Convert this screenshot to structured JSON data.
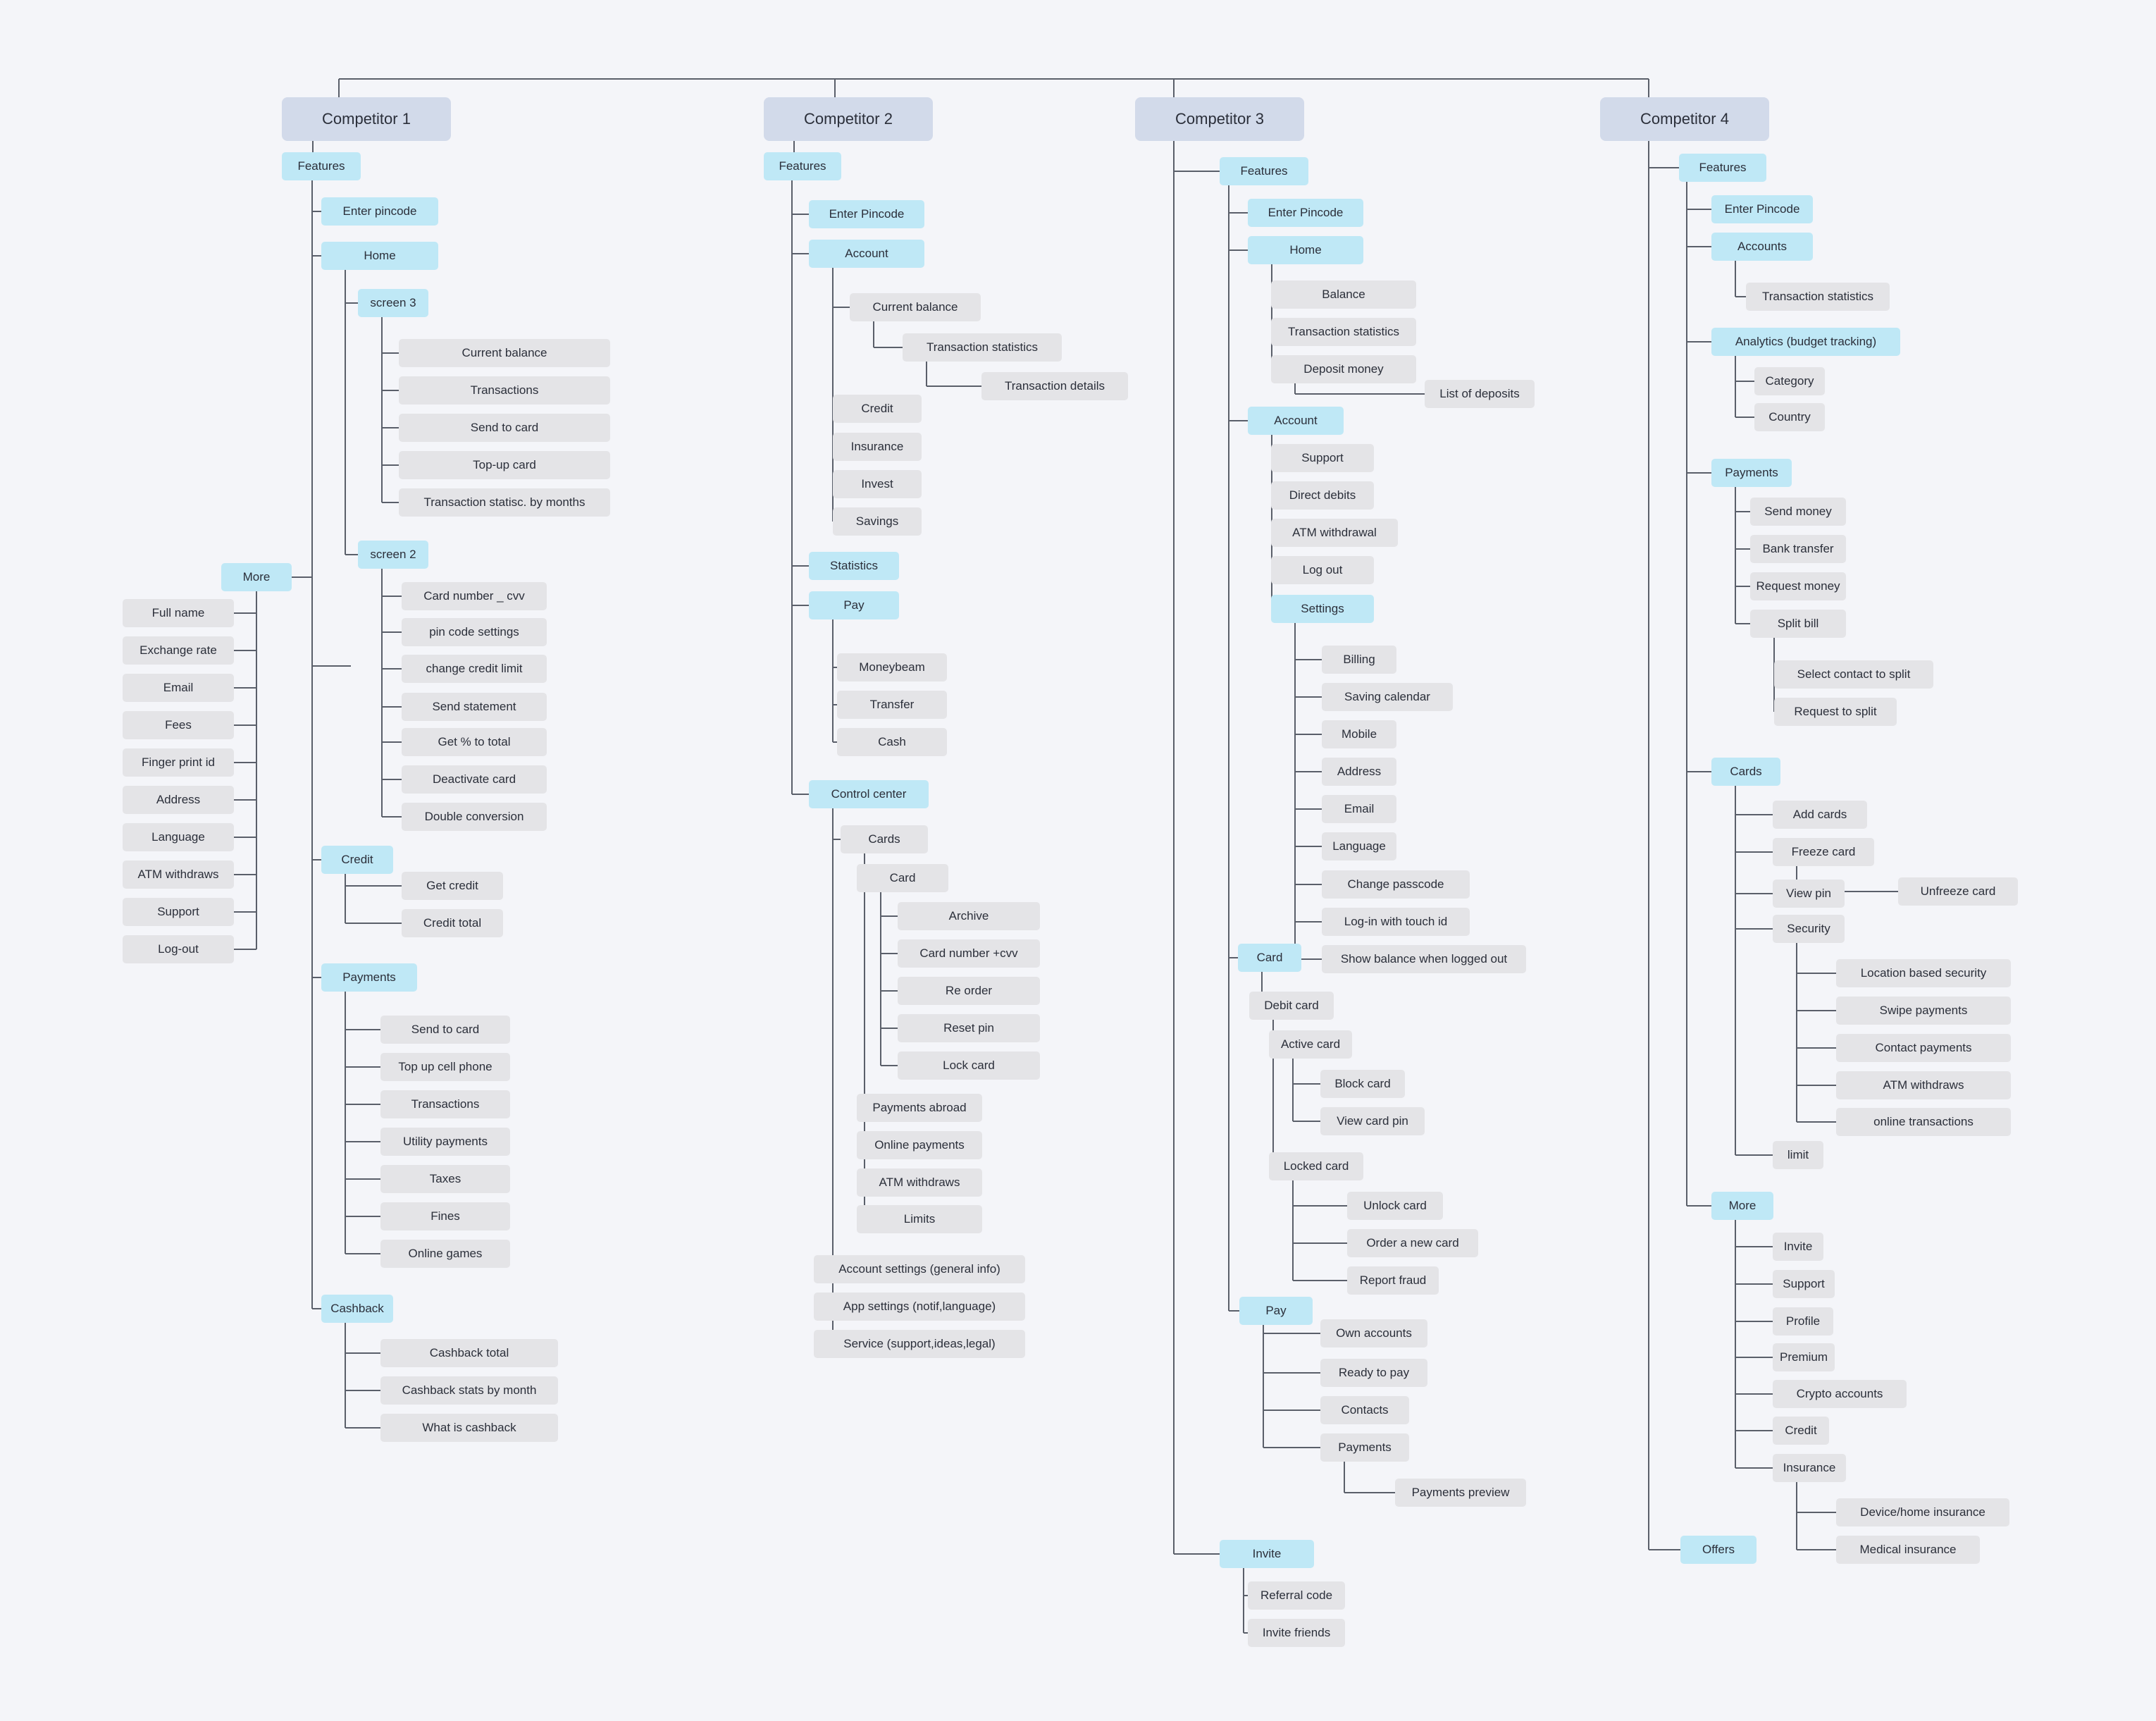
{
  "colors": {
    "background": "#f4f5f9",
    "root": "#d2daea",
    "section": "#bfe8f6",
    "leaf": "#e4e4e7",
    "line": "#5a5f6a",
    "text": "#2b2f3a"
  },
  "nodes": [
    {
      "id": "c1",
      "label": "Competitor 1",
      "kind": "root"
    },
    {
      "id": "c1f",
      "label": "Features",
      "kind": "section"
    },
    {
      "id": "c1ep",
      "label": "Enter pincode",
      "kind": "section"
    },
    {
      "id": "c1h",
      "label": "Home",
      "kind": "section"
    },
    {
      "id": "c1s3",
      "label": "screen 3",
      "kind": "section"
    },
    {
      "id": "c1s3a",
      "label": "Current balance",
      "kind": "leaf"
    },
    {
      "id": "c1s3b",
      "label": "Transactions",
      "kind": "leaf"
    },
    {
      "id": "c1s3c",
      "label": "Send to card",
      "kind": "leaf"
    },
    {
      "id": "c1s3d",
      "label": "Top-up card",
      "kind": "leaf"
    },
    {
      "id": "c1s3e",
      "label": "Transaction statisc. by months",
      "kind": "leaf"
    },
    {
      "id": "c1s2",
      "label": "screen 2",
      "kind": "section"
    },
    {
      "id": "c1s2a",
      "label": "Card number _ cvv",
      "kind": "leaf"
    },
    {
      "id": "c1s2b",
      "label": "pin code settings",
      "kind": "leaf"
    },
    {
      "id": "c1s2c",
      "label": "change credit limit",
      "kind": "leaf"
    },
    {
      "id": "c1s2d",
      "label": "Send statement",
      "kind": "leaf"
    },
    {
      "id": "c1s2e",
      "label": "Get % to total",
      "kind": "leaf"
    },
    {
      "id": "c1s2f",
      "label": "Deactivate card",
      "kind": "leaf"
    },
    {
      "id": "c1s2g",
      "label": "Double conversion",
      "kind": "leaf"
    },
    {
      "id": "c1m",
      "label": "More",
      "kind": "section"
    },
    {
      "id": "c1m1",
      "label": "Full name",
      "kind": "leaf"
    },
    {
      "id": "c1m2",
      "label": "Exchange rate",
      "kind": "leaf"
    },
    {
      "id": "c1m3",
      "label": "Email",
      "kind": "leaf"
    },
    {
      "id": "c1m4",
      "label": "Fees",
      "kind": "leaf"
    },
    {
      "id": "c1m5",
      "label": "Finger print id",
      "kind": "leaf"
    },
    {
      "id": "c1m6",
      "label": "Address",
      "kind": "leaf"
    },
    {
      "id": "c1m7",
      "label": "Language",
      "kind": "leaf"
    },
    {
      "id": "c1m8",
      "label": "ATM withdraws",
      "kind": "leaf"
    },
    {
      "id": "c1m9",
      "label": "Support",
      "kind": "leaf"
    },
    {
      "id": "c1m10",
      "label": "Log-out",
      "kind": "leaf"
    },
    {
      "id": "c1cr",
      "label": "Credit",
      "kind": "section"
    },
    {
      "id": "c1cr1",
      "label": "Get credit",
      "kind": "leaf"
    },
    {
      "id": "c1cr2",
      "label": "Credit total",
      "kind": "leaf"
    },
    {
      "id": "c1p",
      "label": "Payments",
      "kind": "section"
    },
    {
      "id": "c1p1",
      "label": "Send to card",
      "kind": "leaf"
    },
    {
      "id": "c1p2",
      "label": "Top up cell phone",
      "kind": "leaf"
    },
    {
      "id": "c1p3",
      "label": "Transactions",
      "kind": "leaf"
    },
    {
      "id": "c1p4",
      "label": "Utility payments",
      "kind": "leaf"
    },
    {
      "id": "c1p5",
      "label": "Taxes",
      "kind": "leaf"
    },
    {
      "id": "c1p6",
      "label": "Fines",
      "kind": "leaf"
    },
    {
      "id": "c1p7",
      "label": "Online games",
      "kind": "leaf"
    },
    {
      "id": "c1cb",
      "label": "Cashback",
      "kind": "section"
    },
    {
      "id": "c1cb1",
      "label": "Cashback total",
      "kind": "leaf"
    },
    {
      "id": "c1cb2",
      "label": "Cashback stats by month",
      "kind": "leaf"
    },
    {
      "id": "c1cb3",
      "label": "What is cashback",
      "kind": "leaf"
    },
    {
      "id": "c2",
      "label": "Competitor 2",
      "kind": "root"
    },
    {
      "id": "c2f",
      "label": "Features",
      "kind": "section"
    },
    {
      "id": "c2ep",
      "label": "Enter Pincode",
      "kind": "section"
    },
    {
      "id": "c2a",
      "label": "Account",
      "kind": "section"
    },
    {
      "id": "c2a1",
      "label": "Current balance",
      "kind": "leaf"
    },
    {
      "id": "c2a2",
      "label": "Transaction statistics",
      "kind": "leaf"
    },
    {
      "id": "c2a3",
      "label": "Transaction details",
      "kind": "leaf"
    },
    {
      "id": "c2a4",
      "label": "Credit",
      "kind": "leaf"
    },
    {
      "id": "c2a5",
      "label": "Insurance",
      "kind": "leaf"
    },
    {
      "id": "c2a6",
      "label": "Invest",
      "kind": "leaf"
    },
    {
      "id": "c2a7",
      "label": "Savings",
      "kind": "leaf"
    },
    {
      "id": "c2st",
      "label": "Statistics",
      "kind": "section"
    },
    {
      "id": "c2pay",
      "label": "Pay",
      "kind": "section"
    },
    {
      "id": "c2pay1",
      "label": "Moneybeam",
      "kind": "leaf"
    },
    {
      "id": "c2pay2",
      "label": "Transfer",
      "kind": "leaf"
    },
    {
      "id": "c2pay3",
      "label": "Cash",
      "kind": "leaf"
    },
    {
      "id": "c2cc",
      "label": "Control center",
      "kind": "section"
    },
    {
      "id": "c2cards",
      "label": "Cards",
      "kind": "leaf"
    },
    {
      "id": "c2card",
      "label": "Card",
      "kind": "leaf"
    },
    {
      "id": "c2card1",
      "label": "Archive",
      "kind": "leaf"
    },
    {
      "id": "c2card2",
      "label": "Card number +cvv",
      "kind": "leaf"
    },
    {
      "id": "c2card3",
      "label": "Re order",
      "kind": "leaf"
    },
    {
      "id": "c2card4",
      "label": "Reset pin",
      "kind": "leaf"
    },
    {
      "id": "c2card5",
      "label": "Lock card",
      "kind": "leaf"
    },
    {
      "id": "c2cards1",
      "label": "Payments abroad",
      "kind": "leaf"
    },
    {
      "id": "c2cards2",
      "label": "Online payments",
      "kind": "leaf"
    },
    {
      "id": "c2cards3",
      "label": "ATM withdraws",
      "kind": "leaf"
    },
    {
      "id": "c2cards4",
      "label": "Limits",
      "kind": "leaf"
    },
    {
      "id": "c2cc1",
      "label": "Account settings (general info)",
      "kind": "leaf"
    },
    {
      "id": "c2cc2",
      "label": "App settings (notif,language)",
      "kind": "leaf"
    },
    {
      "id": "c2cc3",
      "label": "Service (support,ideas,legal)",
      "kind": "leaf"
    },
    {
      "id": "c3",
      "label": "Competitor 3",
      "kind": "root"
    },
    {
      "id": "c3f",
      "label": "Features",
      "kind": "section"
    },
    {
      "id": "c3ep",
      "label": "Enter Pincode",
      "kind": "section"
    },
    {
      "id": "c3h",
      "label": "Home",
      "kind": "section"
    },
    {
      "id": "c3h1",
      "label": "Balance",
      "kind": "leaf"
    },
    {
      "id": "c3h2",
      "label": "Transaction statistics",
      "kind": "leaf"
    },
    {
      "id": "c3h3",
      "label": "Deposit money",
      "kind": "leaf"
    },
    {
      "id": "c3h4",
      "label": "List of deposits",
      "kind": "leaf"
    },
    {
      "id": "c3a",
      "label": "Account",
      "kind": "section"
    },
    {
      "id": "c3a1",
      "label": "Support",
      "kind": "leaf"
    },
    {
      "id": "c3a2",
      "label": "Direct debits",
      "kind": "leaf"
    },
    {
      "id": "c3a3",
      "label": "ATM withdrawal",
      "kind": "leaf"
    },
    {
      "id": "c3a4",
      "label": "Log out",
      "kind": "leaf"
    },
    {
      "id": "c3set",
      "label": "Settings",
      "kind": "section"
    },
    {
      "id": "c3set1",
      "label": "Billing",
      "kind": "leaf"
    },
    {
      "id": "c3set2",
      "label": "Saving calendar",
      "kind": "leaf"
    },
    {
      "id": "c3set3",
      "label": "Mobile",
      "kind": "leaf"
    },
    {
      "id": "c3set4",
      "label": "Address",
      "kind": "leaf"
    },
    {
      "id": "c3set5",
      "label": "Email",
      "kind": "leaf"
    },
    {
      "id": "c3set6",
      "label": "Language",
      "kind": "leaf"
    },
    {
      "id": "c3set7",
      "label": "Change passcode",
      "kind": "leaf"
    },
    {
      "id": "c3set8",
      "label": "Log-in with touch id",
      "kind": "leaf"
    },
    {
      "id": "c3set9",
      "label": "Show balance when logged out",
      "kind": "leaf"
    },
    {
      "id": "c3card",
      "label": "Card",
      "kind": "section"
    },
    {
      "id": "c3dc",
      "label": "Debit card",
      "kind": "leaf"
    },
    {
      "id": "c3ac",
      "label": "Active card",
      "kind": "leaf"
    },
    {
      "id": "c3ac1",
      "label": "Block card",
      "kind": "leaf"
    },
    {
      "id": "c3ac2",
      "label": "View card pin",
      "kind": "leaf"
    },
    {
      "id": "c3lc",
      "label": "Locked card",
      "kind": "leaf"
    },
    {
      "id": "c3lc1",
      "label": "Unlock card",
      "kind": "leaf"
    },
    {
      "id": "c3lc2",
      "label": "Order a new card",
      "kind": "leaf"
    },
    {
      "id": "c3lc3",
      "label": "Report fraud",
      "kind": "leaf"
    },
    {
      "id": "c3pay",
      "label": "Pay",
      "kind": "section"
    },
    {
      "id": "c3pay1",
      "label": "Own accounts",
      "kind": "leaf"
    },
    {
      "id": "c3pay2",
      "label": "Ready to pay",
      "kind": "leaf"
    },
    {
      "id": "c3pay3",
      "label": "Contacts",
      "kind": "leaf"
    },
    {
      "id": "c3pay4",
      "label": "Payments",
      "kind": "leaf"
    },
    {
      "id": "c3pay5",
      "label": "Payments preview",
      "kind": "leaf"
    },
    {
      "id": "c3inv",
      "label": "Invite",
      "kind": "section"
    },
    {
      "id": "c3inv1",
      "label": "Referral code",
      "kind": "leaf"
    },
    {
      "id": "c3inv2",
      "label": "Invite friends",
      "kind": "leaf"
    },
    {
      "id": "c4",
      "label": "Competitor 4",
      "kind": "root"
    },
    {
      "id": "c4f",
      "label": "Features",
      "kind": "section"
    },
    {
      "id": "c4ep",
      "label": "Enter Pincode",
      "kind": "section"
    },
    {
      "id": "c4acc",
      "label": "Accounts",
      "kind": "section"
    },
    {
      "id": "c4acc1",
      "label": "Transaction statistics",
      "kind": "leaf"
    },
    {
      "id": "c4an",
      "label": "Analytics (budget tracking)",
      "kind": "section"
    },
    {
      "id": "c4an1",
      "label": "Category",
      "kind": "leaf"
    },
    {
      "id": "c4an2",
      "label": "Country",
      "kind": "leaf"
    },
    {
      "id": "c4p",
      "label": "Payments",
      "kind": "section"
    },
    {
      "id": "c4p1",
      "label": "Send money",
      "kind": "leaf"
    },
    {
      "id": "c4p2",
      "label": "Bank transfer",
      "kind": "leaf"
    },
    {
      "id": "c4p3",
      "label": "Request money",
      "kind": "leaf"
    },
    {
      "id": "c4p4",
      "label": "Split bill",
      "kind": "leaf"
    },
    {
      "id": "c4p41",
      "label": "Select contact to split",
      "kind": "leaf"
    },
    {
      "id": "c4p42",
      "label": "Request to split",
      "kind": "leaf"
    },
    {
      "id": "c4c",
      "label": "Cards",
      "kind": "section"
    },
    {
      "id": "c4c1",
      "label": "Add cards",
      "kind": "leaf"
    },
    {
      "id": "c4c2",
      "label": "Freeze card",
      "kind": "leaf"
    },
    {
      "id": "c4c21",
      "label": "Unfreeze card",
      "kind": "leaf"
    },
    {
      "id": "c4c3",
      "label": "View pin",
      "kind": "leaf"
    },
    {
      "id": "c4c4",
      "label": "Security",
      "kind": "leaf"
    },
    {
      "id": "c4c41",
      "label": "Location based security",
      "kind": "leaf"
    },
    {
      "id": "c4c42",
      "label": "Swipe payments",
      "kind": "leaf"
    },
    {
      "id": "c4c43",
      "label": "Contact payments",
      "kind": "leaf"
    },
    {
      "id": "c4c44",
      "label": "ATM withdraws",
      "kind": "leaf"
    },
    {
      "id": "c4c45",
      "label": "online transactions",
      "kind": "leaf"
    },
    {
      "id": "c4c5",
      "label": "limit",
      "kind": "leaf"
    },
    {
      "id": "c4m",
      "label": "More",
      "kind": "section"
    },
    {
      "id": "c4m1",
      "label": "Invite",
      "kind": "leaf"
    },
    {
      "id": "c4m2",
      "label": "Support",
      "kind": "leaf"
    },
    {
      "id": "c4m3",
      "label": "Profile",
      "kind": "leaf"
    },
    {
      "id": "c4m4",
      "label": "Premium",
      "kind": "leaf"
    },
    {
      "id": "c4m5",
      "label": "Crypto accounts",
      "kind": "leaf"
    },
    {
      "id": "c4m6",
      "label": "Credit",
      "kind": "leaf"
    },
    {
      "id": "c4m7",
      "label": "Insurance",
      "kind": "leaf"
    },
    {
      "id": "c4m71",
      "label": "Device/home insurance",
      "kind": "leaf"
    },
    {
      "id": "c4m72",
      "label": "Medical insurance",
      "kind": "leaf"
    },
    {
      "id": "c4o",
      "label": "Offers",
      "kind": "section"
    }
  ],
  "tree": [
    {
      "parent": "c1f",
      "children": [
        "c1ep",
        "c1h",
        "c1cr",
        "c1p",
        "c1cb"
      ]
    },
    {
      "parent": "c1h",
      "children": [
        "c1s3",
        "c1s2"
      ]
    },
    {
      "parent": "c1s3",
      "children": [
        "c1s3a",
        "c1s3b",
        "c1s3c",
        "c1s3d",
        "c1s3e"
      ]
    },
    {
      "parent": "c1s2",
      "children": [
        "c1s2a",
        "c1s2b",
        "c1s2c",
        "c1s2d",
        "c1s2e",
        "c1s2f",
        "c1s2g"
      ]
    },
    {
      "parent": "c1m",
      "children": [
        "c1m1",
        "c1m2",
        "c1m3",
        "c1m4",
        "c1m5",
        "c1m6",
        "c1m7",
        "c1m8",
        "c1m9",
        "c1m10"
      ]
    },
    {
      "parent": "c1cr",
      "children": [
        "c1cr1",
        "c1cr2"
      ]
    },
    {
      "parent": "c1p",
      "children": [
        "c1p1",
        "c1p2",
        "c1p3",
        "c1p4",
        "c1p5",
        "c1p6",
        "c1p7"
      ]
    },
    {
      "parent": "c1cb",
      "children": [
        "c1cb1",
        "c1cb2",
        "c1cb3"
      ]
    },
    {
      "parent": "c2f",
      "children": [
        "c2ep",
        "c2a",
        "c2st",
        "c2pay",
        "c2cc"
      ]
    },
    {
      "parent": "c2a",
      "children": [
        "c2a1",
        "c2a4",
        "c2a5",
        "c2a6",
        "c2a7"
      ]
    },
    {
      "parent": "c2a1",
      "children": [
        "c2a2"
      ]
    },
    {
      "parent": "c2a2",
      "children": [
        "c2a3"
      ]
    },
    {
      "parent": "c2pay",
      "children": [
        "c2pay1",
        "c2pay2",
        "c2pay3"
      ]
    },
    {
      "parent": "c2cc",
      "children": [
        "c2cards",
        "c2cc1",
        "c2cc2",
        "c2cc3"
      ]
    },
    {
      "parent": "c2cards",
      "children": [
        "c2card",
        "c2cards1",
        "c2cards2",
        "c2cards3",
        "c2cards4"
      ]
    },
    {
      "parent": "c2card",
      "children": [
        "c2card1",
        "c2card2",
        "c2card3",
        "c2card4",
        "c2card5"
      ]
    },
    {
      "parent": "c3",
      "children": [
        "c3f",
        "c3inv"
      ]
    },
    {
      "parent": "c3f",
      "children": [
        "c3ep",
        "c3h",
        "c3a",
        "c3card",
        "c3pay"
      ]
    },
    {
      "parent": "c3h",
      "children": [
        "c3h1",
        "c3h2",
        "c3h3"
      ]
    },
    {
      "parent": "c3h3",
      "children": [
        "c3h4"
      ]
    },
    {
      "parent": "c3a",
      "children": [
        "c3a1",
        "c3a2",
        "c3a3",
        "c3a4",
        "c3set"
      ]
    },
    {
      "parent": "c3set",
      "children": [
        "c3set1",
        "c3set2",
        "c3set3",
        "c3set4",
        "c3set5",
        "c3set6",
        "c3set7",
        "c3set8",
        "c3set9"
      ]
    },
    {
      "parent": "c3card",
      "children": [
        "c3dc"
      ]
    },
    {
      "parent": "c3dc",
      "children": [
        "c3ac",
        "c3lc"
      ]
    },
    {
      "parent": "c3ac",
      "children": [
        "c3ac1",
        "c3ac2"
      ]
    },
    {
      "parent": "c3lc",
      "children": [
        "c3lc1",
        "c3lc2",
        "c3lc3"
      ]
    },
    {
      "parent": "c3pay",
      "children": [
        "c3pay1",
        "c3pay2",
        "c3pay3",
        "c3pay4"
      ]
    },
    {
      "parent": "c3pay4",
      "children": [
        "c3pay5"
      ]
    },
    {
      "parent": "c3inv",
      "children": [
        "c3inv1",
        "c3inv2"
      ]
    },
    {
      "parent": "c4",
      "children": [
        "c4o"
      ]
    },
    {
      "parent": "c4f",
      "children": [
        "c4ep",
        "c4acc",
        "c4an",
        "c4p",
        "c4c",
        "c4m"
      ]
    },
    {
      "parent": "c4acc",
      "children": [
        "c4acc1"
      ]
    },
    {
      "parent": "c4an",
      "children": [
        "c4an1",
        "c4an2"
      ]
    },
    {
      "parent": "c4p",
      "children": [
        "c4p1",
        "c4p2",
        "c4p3",
        "c4p4"
      ]
    },
    {
      "parent": "c4p4",
      "children": [
        "c4p41",
        "c4p42"
      ]
    },
    {
      "parent": "c4c",
      "children": [
        "c4c1",
        "c4c2",
        "c4c3",
        "c4c4",
        "c4c5"
      ]
    },
    {
      "parent": "c4c2",
      "children": [
        "c4c21"
      ]
    },
    {
      "parent": "c4c4",
      "children": [
        "c4c41",
        "c4c42",
        "c4c43",
        "c4c44",
        "c4c45"
      ]
    },
    {
      "parent": "c4m",
      "children": [
        "c4m1",
        "c4m2",
        "c4m3",
        "c4m4",
        "c4m5",
        "c4m6",
        "c4m7"
      ]
    },
    {
      "parent": "c4m7",
      "children": [
        "c4m71",
        "c4m72"
      ]
    }
  ]
}
